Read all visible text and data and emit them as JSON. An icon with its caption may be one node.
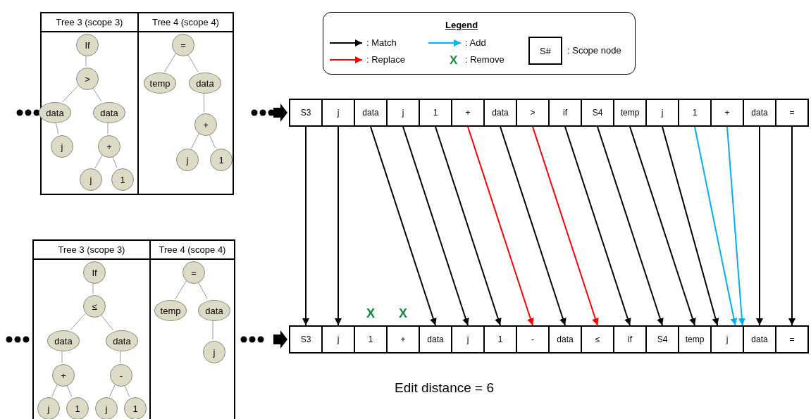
{
  "diagram": {
    "nodes": [
      {
        "text": [
          "Tree 3 (scope 3)"
        ]
      },
      {
        "text": [
          "If"
        ],
        "in": 0
      },
      {
        "text": [
          ">"
        ],
        "in": 0
      },
      {
        "text": [
          "data"
        ],
        "in": 0
      },
      {
        "text": [
          "data"
        ],
        "in": 0
      },
      {
        "text": [
          "j"
        ],
        "in": 0
      },
      {
        "text": [
          "+"
        ],
        "in": 0
      },
      {
        "text": [
          "j"
        ],
        "in": 0
      },
      {
        "text": [
          "1"
        ],
        "in": 0
      },
      {
        "text": [
          "Tree 4 (scope 4)"
        ]
      },
      {
        "text": [
          "="
        ],
        "in": 9
      },
      {
        "text": [
          "temp"
        ],
        "in": 9
      },
      {
        "text": [
          "data"
        ],
        "in": 9
      },
      {
        "text": [
          "+"
        ],
        "in": 9
      },
      {
        "text": [
          "j"
        ],
        "in": 9
      },
      {
        "text": [
          "1"
        ],
        "in": 9
      },
      {
        "text": [
          "Tree 3 (scope 3)"
        ]
      },
      {
        "text": [
          "If"
        ],
        "in": 16
      },
      {
        "text": [
          "≤"
        ],
        "in": 16
      },
      {
        "text": [
          "data"
        ],
        "in": 16
      },
      {
        "text": [
          "data"
        ],
        "in": 16
      },
      {
        "text": [
          "+"
        ],
        "in": 16
      },
      {
        "text": [
          "-"
        ],
        "in": 16
      },
      {
        "text": [
          "j"
        ],
        "in": 16
      },
      {
        "text": [
          "1"
        ],
        "in": 16
      },
      {
        "text": [
          "j"
        ],
        "in": 16
      },
      {
        "text": [
          "1"
        ],
        "in": 16
      },
      {
        "text": [
          "Tree 4 (scope 4)"
        ]
      },
      {
        "text": [
          "="
        ],
        "in": 27
      },
      {
        "text": [
          "temp"
        ],
        "in": 27
      },
      {
        "text": [
          "data"
        ],
        "in": 27
      },
      {
        "text": [
          "j"
        ],
        "in": 27
      },
      {
        "text": [
          "S3"
        ]
      },
      {
        "text": [
          "j"
        ]
      },
      {
        "text": [
          "data"
        ]
      },
      {
        "text": [
          "j"
        ]
      },
      {
        "text": [
          "1"
        ]
      },
      {
        "text": [
          "+"
        ]
      },
      {
        "text": [
          "data"
        ]
      },
      {
        "text": [
          ">"
        ]
      },
      {
        "text": [
          "if"
        ]
      },
      {
        "text": [
          "S4"
        ]
      },
      {
        "text": [
          "temp"
        ]
      },
      {
        "text": [
          "j"
        ]
      },
      {
        "text": [
          "1"
        ]
      },
      {
        "text": [
          "+"
        ]
      },
      {
        "text": [
          "data"
        ]
      },
      {
        "text": [
          "="
        ]
      },
      {
        "text": [
          "S3"
        ]
      },
      {
        "text": [
          "j"
        ]
      },
      {
        "text": [
          "1"
        ]
      },
      {
        "text": [
          "+"
        ]
      },
      {
        "text": [
          "data"
        ]
      },
      {
        "text": [
          "j"
        ]
      },
      {
        "text": [
          "1"
        ]
      },
      {
        "text": [
          "-"
        ]
      },
      {
        "text": [
          "data"
        ]
      },
      {
        "text": [
          "≤"
        ]
      },
      {
        "text": [
          "if"
        ]
      },
      {
        "text": [
          "S4"
        ]
      },
      {
        "text": [
          "temp"
        ]
      },
      {
        "text": [
          "j"
        ]
      },
      {
        "text": [
          "data"
        ]
      },
      {
        "text": [
          "="
        ]
      }
    ],
    "edges": [
      {
        "from": 1,
        "to": 2,
        "arrow": "none"
      },
      {
        "from": 2,
        "to": 3,
        "arrow": "none"
      },
      {
        "from": 2,
        "to": 4,
        "arrow": "none"
      },
      {
        "from": 3,
        "to": 5,
        "arrow": "none"
      },
      {
        "from": 4,
        "to": 6,
        "arrow": "none"
      },
      {
        "from": 6,
        "to": 7,
        "arrow": "none"
      },
      {
        "from": 6,
        "to": 8,
        "arrow": "none"
      },
      {
        "from": 10,
        "to": 11,
        "arrow": "none"
      },
      {
        "from": 10,
        "to": 12,
        "arrow": "none"
      },
      {
        "from": 12,
        "to": 13,
        "arrow": "none"
      },
      {
        "from": 13,
        "to": 14,
        "arrow": "none"
      },
      {
        "from": 13,
        "to": 15,
        "arrow": "none"
      },
      {
        "from": 17,
        "to": 18,
        "arrow": "none"
      },
      {
        "from": 18,
        "to": 19,
        "arrow": "none"
      },
      {
        "from": 18,
        "to": 20,
        "arrow": "none"
      },
      {
        "from": 19,
        "to": 21,
        "arrow": "none"
      },
      {
        "from": 20,
        "to": 22,
        "arrow": "none"
      },
      {
        "from": 21,
        "to": 23,
        "arrow": "none"
      },
      {
        "from": 21,
        "to": 24,
        "arrow": "none"
      },
      {
        "from": 22,
        "to": 25,
        "arrow": "none"
      },
      {
        "from": 22,
        "to": 26,
        "arrow": "none"
      },
      {
        "from": 28,
        "to": 29,
        "arrow": "none"
      },
      {
        "from": 28,
        "to": 30,
        "arrow": "none"
      },
      {
        "from": 30,
        "to": 31,
        "arrow": "none"
      },
      {
        "from": 32,
        "to": 48,
        "arrow": "to",
        "color": "#000000"
      },
      {
        "from": 33,
        "to": 49,
        "arrow": "to",
        "color": "#000000"
      },
      {
        "from": 34,
        "to": 52,
        "arrow": "to",
        "color": "#000000"
      },
      {
        "from": 35,
        "to": 53,
        "arrow": "to",
        "color": "#000000"
      },
      {
        "from": 36,
        "to": 54,
        "arrow": "to",
        "color": "#000000"
      },
      {
        "from": 37,
        "to": 55,
        "arrow": "to",
        "color": "#ff0000"
      },
      {
        "from": 38,
        "to": 56,
        "arrow": "to",
        "color": "#000000"
      },
      {
        "from": 39,
        "to": 57,
        "arrow": "to",
        "color": "#ff0000"
      },
      {
        "from": 40,
        "to": 58,
        "arrow": "to",
        "color": "#000000"
      },
      {
        "from": 41,
        "to": 59,
        "arrow": "to",
        "color": "#000000"
      },
      {
        "from": 42,
        "to": 60,
        "arrow": "to",
        "color": "#000000"
      },
      {
        "from": 43,
        "to": 61,
        "arrow": "to",
        "color": "#000000"
      },
      {
        "from": 44,
        "to": 61,
        "arrow": "to",
        "color": "#00b0f0"
      },
      {
        "from": 45,
        "to": 61,
        "arrow": "to",
        "color": "#00b0f0"
      },
      {
        "from": 46,
        "to": 62,
        "arrow": "to",
        "color": "#000000"
      },
      {
        "from": 47,
        "to": 63,
        "arrow": "to",
        "color": "#000000"
      }
    ],
    "labels": [
      "Legend",
      "X",
      "S#",
      "X",
      "X",
      "Edit distance = 6"
    ],
    "legend": [
      {
        "text": ": Match"
      },
      {
        "text": ": Replace"
      },
      {
        "text": ": Add"
      },
      {
        "text": ": Remove"
      },
      {
        "text": ": Scope node"
      }
    ]
  }
}
